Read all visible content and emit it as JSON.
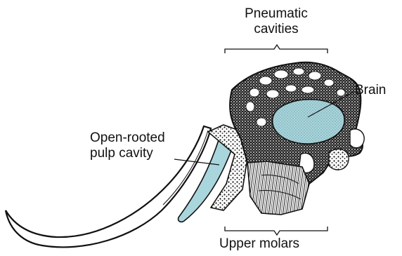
{
  "labels": {
    "pneumatic_line1": "Pneumatic",
    "pneumatic_line2": "cavities",
    "brain": "Brain",
    "pulp_line1": "Open-rooted",
    "pulp_line2": "pulp cavity",
    "molars": "Upper molars"
  },
  "colors": {
    "ink": "#111111",
    "highlight": "#a9d5dc",
    "background": "#ffffff"
  }
}
